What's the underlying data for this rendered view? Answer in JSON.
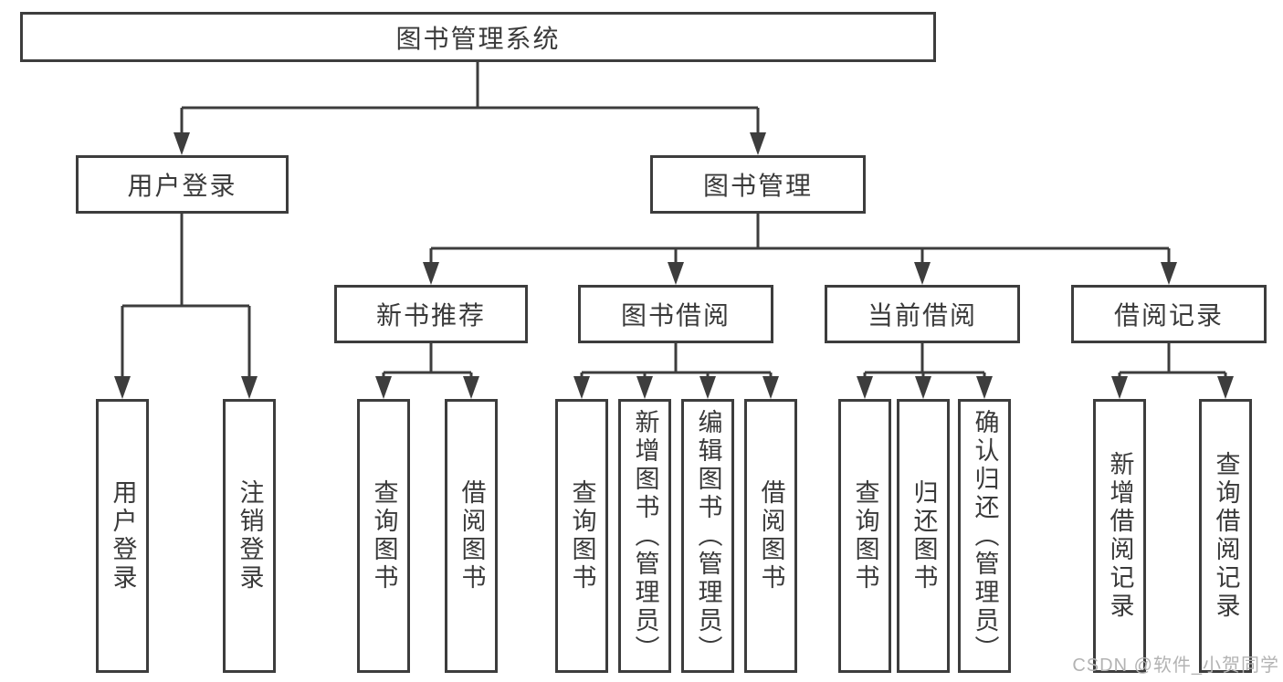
{
  "diagram_title": "图书管理系统",
  "watermark": "CSDN @软件_小贺同学",
  "colors": {
    "line": "#3d3d3d",
    "text": "#3a3a3a",
    "background": "#ffffff",
    "watermark": "#b3b3b3"
  },
  "tree": {
    "root": {
      "label": "图书管理系统"
    },
    "children": [
      {
        "label": "用户登录",
        "children": [
          {
            "label": "用户登录"
          },
          {
            "label": "注销登录"
          }
        ]
      },
      {
        "label": "图书管理",
        "children": [
          {
            "label": "新书推荐",
            "children": [
              {
                "label": "查询图书"
              },
              {
                "label": "借阅图书"
              }
            ]
          },
          {
            "label": "图书借阅",
            "children": [
              {
                "label": "查询图书"
              },
              {
                "label": "新增图书（管理员）"
              },
              {
                "label": "编辑图书（管理员）"
              },
              {
                "label": "借阅图书"
              }
            ]
          },
          {
            "label": "当前借阅",
            "children": [
              {
                "label": "查询图书"
              },
              {
                "label": "归还图书"
              },
              {
                "label": "确认归还（管理员）"
              }
            ]
          },
          {
            "label": "借阅记录",
            "children": [
              {
                "label": "新增借阅记录"
              },
              {
                "label": "查询借阅记录"
              }
            ]
          }
        ]
      }
    ]
  }
}
